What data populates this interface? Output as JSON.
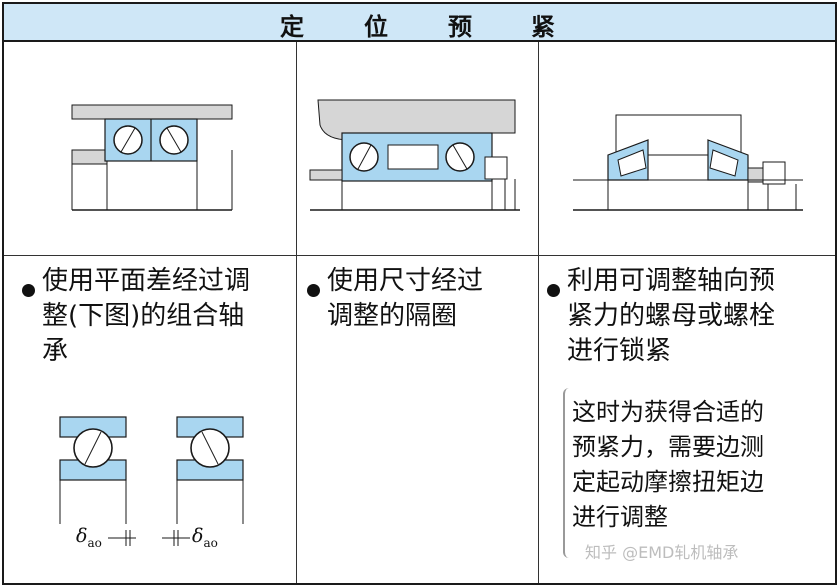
{
  "header": {
    "chars": [
      "定",
      "位",
      "预",
      "紧"
    ]
  },
  "columns": [
    {
      "bullet_lines": [
        "使用平面差经过调",
        "整(下图)的组合轴",
        "承"
      ],
      "delta_label": "δ",
      "delta_subscript": "ao"
    },
    {
      "bullet_lines": [
        "使用尺寸经过",
        "调整的隔圈"
      ]
    },
    {
      "bullet_lines": [
        "利用可调整轴向预",
        "紧力的螺母或螺栓",
        "进行锁紧"
      ],
      "note_lines": [
        "这时为获得合适的",
        "预紧力，需要边测",
        "定起动摩擦扭矩边",
        "进行调整"
      ]
    }
  ],
  "watermark": "知乎 @EMD轧机轴承",
  "colors": {
    "header_bg": "#cfe7f7",
    "bearing_blue": "#a9d6f0",
    "housing_gray": "#d6d6d6",
    "line": "#1a1a1a"
  },
  "icons": [
    "bullet-dot",
    "ball-bearing",
    "tapered-roller-bearing",
    "lock-nut"
  ]
}
